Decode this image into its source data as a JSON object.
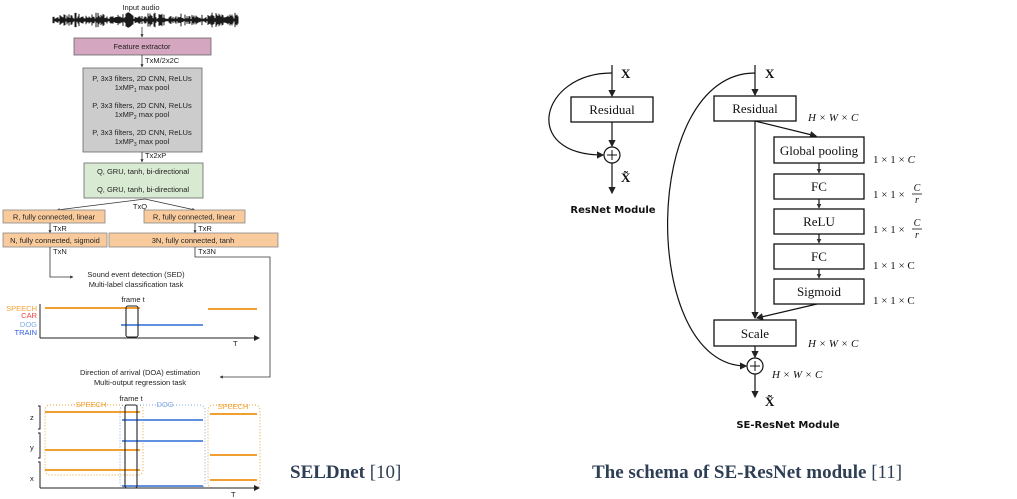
{
  "seldnet": {
    "input_label": "Input audio",
    "feature_extractor": "Feature extractor",
    "dim_feat": "TxM/2x2C",
    "cnn_line": "P, 3x3 filters, 2D CNN, ReLUs",
    "pool_prefix": "1xMP",
    "pool_subs": [
      "1",
      "2",
      "3"
    ],
    "pool_suffix": " max pool",
    "dim_cnn": "Tx2xP",
    "gru_line": "Q, GRU, tanh, bi-directional",
    "dim_gru": "TxQ",
    "fc_linear": "R, fully connected, linear",
    "dim_fc": "TxR",
    "fc_sigmoid": "N, fully connected, sigmoid",
    "fc_tanh": "3N, fully connected, tanh",
    "dim_sed": "TxN",
    "dim_doa": "Tx3N",
    "sed_title": "Sound event detection (SED)",
    "sed_subtitle": "Multi-label classification task",
    "sed_classes": [
      "SPEECH",
      "CAR",
      "DOG",
      "TRAIN"
    ],
    "frame_label": "frame t",
    "time_label": "T",
    "doa_title": "Direction of arrival (DOA) estimation",
    "doa_subtitle": "Multi-output regression task",
    "doa_axes": [
      "z",
      "y",
      "x"
    ],
    "doa_groups": [
      "SPEECH",
      "DOG",
      "SPEECH"
    ],
    "colors": {
      "speech": "#f0a030",
      "car": "#e84040",
      "dog": "#80a8e8",
      "train": "#3060e0",
      "feature": "#d5a6c0",
      "cnn": "#cccccc",
      "gru": "#d9ead3",
      "fc": "#f9cb9c"
    }
  },
  "resnet": {
    "input": "X",
    "residual": "Residual",
    "output": "X̃",
    "title": "ResNet Module"
  },
  "se_resnet": {
    "input": "X",
    "residual": "Residual",
    "global_pooling": "Global pooling",
    "fc1": "FC",
    "relu": "ReLU",
    "fc2": "FC",
    "sigmoid": "Sigmoid",
    "scale": "Scale",
    "output": "X̃",
    "title": "SE-ResNet Module",
    "dim_hwc": "H × W × C",
    "dim_11c": "1 × 1 × C",
    "dim_frac_prefix": "1 × 1 ×",
    "dim_frac_num": "C",
    "dim_frac_den": "r"
  },
  "captions": {
    "left_title": "SELDnet",
    "left_ref": "[10]",
    "right_title": "The schema of SE-ResNet module",
    "right_ref": "[11]"
  }
}
